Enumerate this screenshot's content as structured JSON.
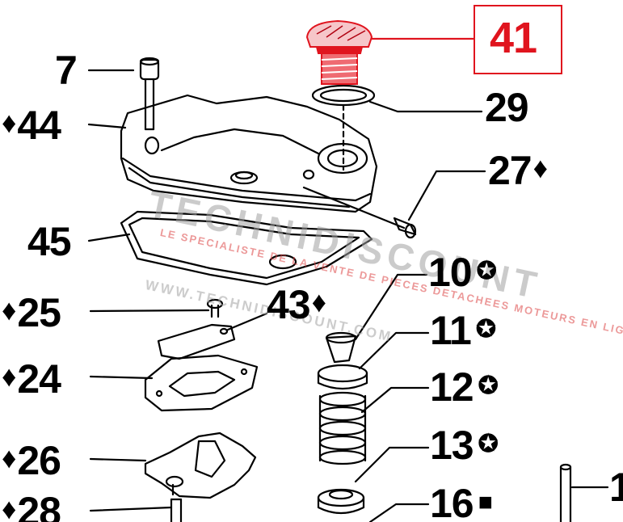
{
  "callouts": [
    {
      "id": "7",
      "text": "7",
      "prefix": "",
      "suffix": ""
    },
    {
      "id": "44",
      "text": "44",
      "prefix": "♦",
      "suffix": ""
    },
    {
      "id": "45",
      "text": "45",
      "prefix": "",
      "suffix": ""
    },
    {
      "id": "25",
      "text": "25",
      "prefix": "♦",
      "suffix": ""
    },
    {
      "id": "24",
      "text": "24",
      "prefix": "♦",
      "suffix": ""
    },
    {
      "id": "26",
      "text": "26",
      "prefix": "♦",
      "suffix": ""
    },
    {
      "id": "28",
      "text": "28",
      "prefix": "♦",
      "suffix": ""
    },
    {
      "id": "29",
      "text": "29",
      "prefix": "",
      "suffix": ""
    },
    {
      "id": "27",
      "text": "27",
      "prefix": "",
      "suffix": "♦"
    },
    {
      "id": "43",
      "text": "43",
      "prefix": "",
      "suffix": "♦"
    },
    {
      "id": "10",
      "text": "10",
      "prefix": "",
      "suffix": "✪"
    },
    {
      "id": "11",
      "text": "11",
      "prefix": "",
      "suffix": "✪"
    },
    {
      "id": "12",
      "text": "12",
      "prefix": "",
      "suffix": "✪"
    },
    {
      "id": "13",
      "text": "13",
      "prefix": "",
      "suffix": "✪"
    },
    {
      "id": "16",
      "text": "16",
      "prefix": "",
      "suffix": "■"
    },
    {
      "id": "1x",
      "text": "1",
      "prefix": "",
      "suffix": ""
    }
  ],
  "highlight": {
    "text": "41",
    "color": "#e0141e"
  },
  "watermark": {
    "brand": "TECHNIDISCOUNT",
    "tagline": "LE SPECIALISTE DE LA VENTE DE PIECES DETACHEES MOTEURS EN LIGNE",
    "url": "WWW.TECHNIDISCOUNT.COM"
  },
  "colors": {
    "line": "#000000",
    "highlight": "#e0141e"
  }
}
